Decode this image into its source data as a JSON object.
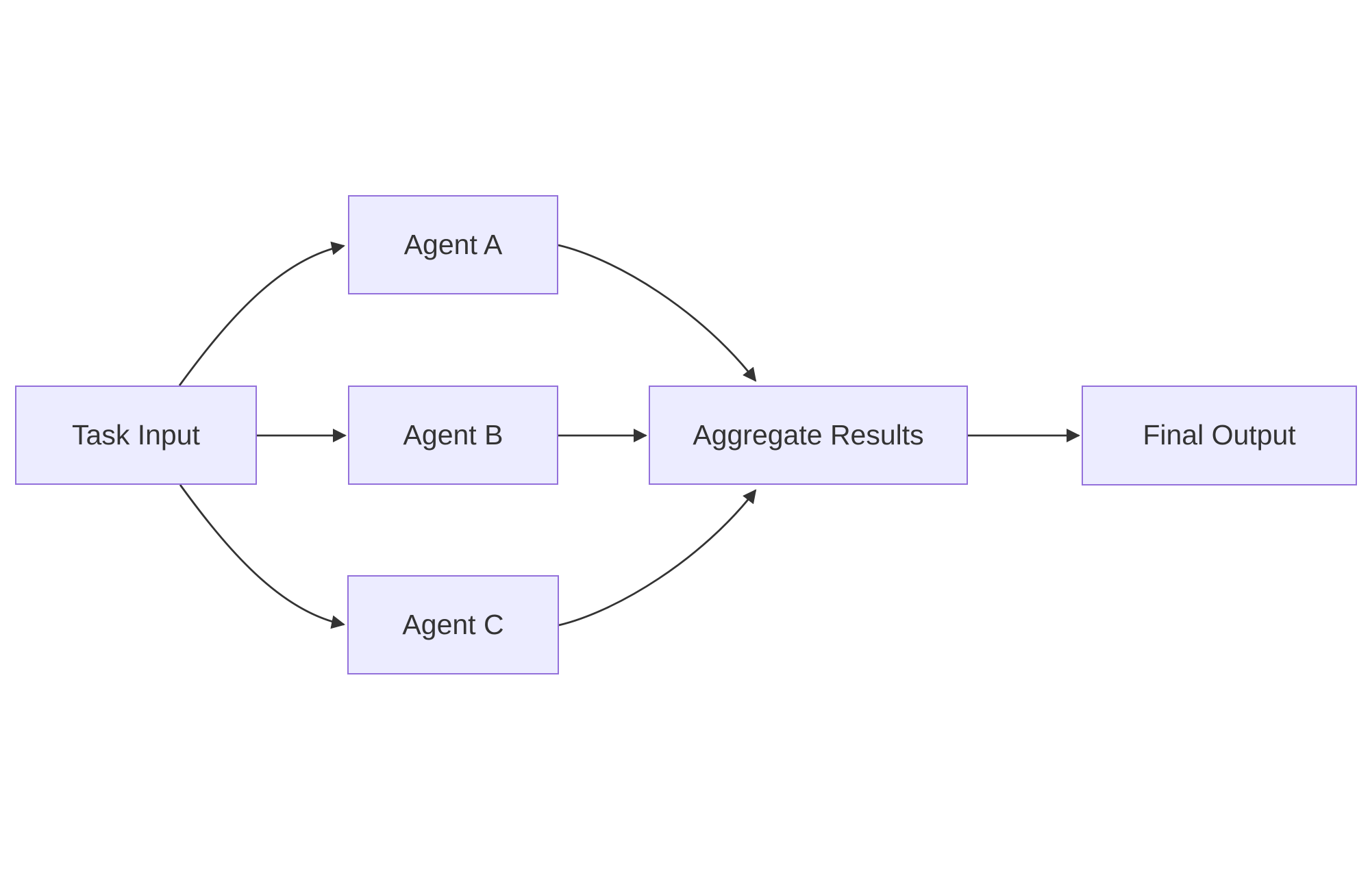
{
  "diagram": {
    "type": "flowchart",
    "direction": "left-to-right",
    "colors": {
      "background": "#FFFFFF",
      "node_fill": "#ECECFF",
      "node_border": "#9370DB",
      "node_text": "#333333",
      "edge_stroke": "#333333",
      "arrowhead_fill": "#333333"
    },
    "nodes": [
      {
        "id": "task_input",
        "label": "Task Input"
      },
      {
        "id": "agent_a",
        "label": "Agent A"
      },
      {
        "id": "agent_b",
        "label": "Agent B"
      },
      {
        "id": "agent_c",
        "label": "Agent C"
      },
      {
        "id": "aggregate_results",
        "label": "Aggregate Results"
      },
      {
        "id": "final_output",
        "label": "Final Output"
      }
    ],
    "edges": [
      {
        "from": "task_input",
        "to": "agent_a"
      },
      {
        "from": "task_input",
        "to": "agent_b"
      },
      {
        "from": "task_input",
        "to": "agent_c"
      },
      {
        "from": "agent_a",
        "to": "aggregate_results"
      },
      {
        "from": "agent_b",
        "to": "aggregate_results"
      },
      {
        "from": "agent_c",
        "to": "aggregate_results"
      },
      {
        "from": "aggregate_results",
        "to": "final_output"
      }
    ]
  }
}
